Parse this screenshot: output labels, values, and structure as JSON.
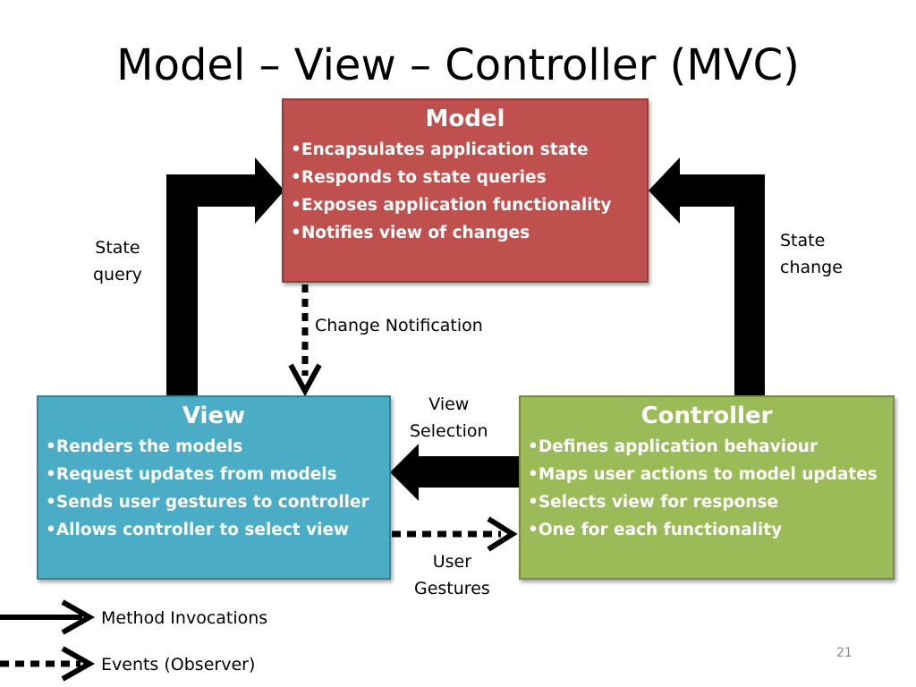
{
  "slide": {
    "title": "Model – View – Controller (MVC)",
    "page_number": "21"
  },
  "colors": {
    "model_fill": "#c0504d",
    "view_fill": "#4bacc6",
    "controller_fill": "#9bbb59",
    "arrow": "#000000",
    "text_on_box": "#ffffff"
  },
  "boxes": {
    "model": {
      "heading": "Model",
      "bullets": [
        "Encapsulates application state",
        "Responds to state queries",
        "Exposes application functionality",
        "Notifies view of changes"
      ]
    },
    "view": {
      "heading": "View",
      "bullets": [
        "Renders the models",
        "Request updates from models",
        "Sends user gestures to controller",
        "Allows controller to select view"
      ]
    },
    "controller": {
      "heading": "Controller",
      "bullets": [
        "Defines application behaviour",
        "Maps user actions to model updates",
        "Selects view for response",
        "One for each functionality"
      ]
    }
  },
  "edges": {
    "state_query": {
      "line1": "State",
      "line2": "query"
    },
    "state_change": {
      "line1": "State",
      "line2": "change"
    },
    "change_notification": "Change Notification",
    "view_selection": {
      "line1": "View",
      "line2": "Selection"
    },
    "user_gestures": {
      "line1": "User",
      "line2": "Gestures"
    }
  },
  "legend": {
    "method_invocations": "Method Invocations",
    "events_observer": "Events (Observer)"
  }
}
